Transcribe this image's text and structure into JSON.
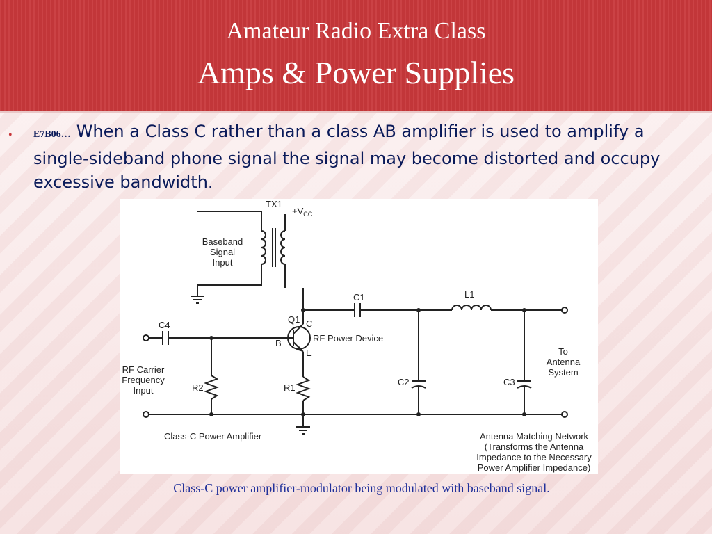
{
  "slide": {
    "title_line1": "Amateur Radio Extra Class",
    "title_line2": "Amps & Power Supplies",
    "bullet": {
      "id": "E7B06…",
      "text": "When a Class C rather than a class AB amplifier is used to amplify a single-sideband phone signal the signal may become distorted and occupy excessive bandwidth."
    },
    "caption": "Class-C power amplifier-modulator being modulated with baseband signal."
  },
  "diagram": {
    "tx1": "TX1",
    "vcc_plus": "+V",
    "vcc_sub": "CC",
    "baseband": [
      "Baseband",
      "Signal",
      "Input"
    ],
    "c1": "C1",
    "l1": "L1",
    "c4": "C4",
    "q1": "Q1",
    "c_pin": "C",
    "b_pin": "B",
    "e_pin": "E",
    "rf_power_device": "RF Power Device",
    "rf_carrier": [
      "RF Carrier",
      "Frequency",
      "Input"
    ],
    "r2": "R2",
    "r1": "R1",
    "c2": "C2",
    "c3": "C3",
    "to_antenna": [
      "To",
      "Antenna",
      "System"
    ],
    "class_c_label": "Class-C Power Amplifier",
    "matching_network": [
      "Antenna Matching Network",
      "(Transforms the Antenna",
      "Impedance to the Necessary",
      "Power Amplifier Impedance)"
    ]
  },
  "colors": {
    "header": "#c8383b",
    "body_text": "#0b1b5a",
    "caption": "#1f2f9a"
  }
}
